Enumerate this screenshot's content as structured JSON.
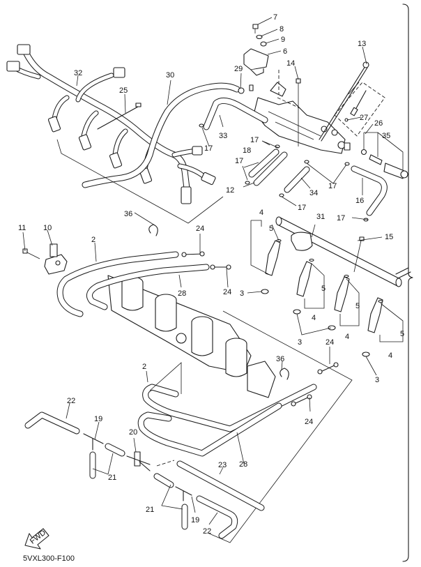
{
  "diagram": {
    "title": "Intake / Throttle Body Assembly – Exploded Parts View",
    "diagram_code": "5VXL300-F100",
    "fwd_label": "FWD",
    "callouts": [
      {
        "id": "c7",
        "label": "7",
        "part": "bolt"
      },
      {
        "id": "c8",
        "label": "8",
        "part": "washer"
      },
      {
        "id": "c9",
        "label": "9",
        "part": "washer"
      },
      {
        "id": "c6",
        "label": "6",
        "part": "sensor"
      },
      {
        "id": "c13",
        "label": "13",
        "part": "long-screw"
      },
      {
        "id": "c14",
        "label": "14",
        "part": "screw"
      },
      {
        "id": "c29",
        "label": "29",
        "part": "clamp"
      },
      {
        "id": "c32",
        "label": "32",
        "part": "wire-harness"
      },
      {
        "id": "c30",
        "label": "30",
        "part": "hose"
      },
      {
        "id": "c25",
        "label": "25",
        "part": "cable-tie"
      },
      {
        "id": "c33",
        "label": "33",
        "part": "hose"
      },
      {
        "id": "c17a",
        "label": "17",
        "part": "clip"
      },
      {
        "id": "c17b",
        "label": "17",
        "part": "clip"
      },
      {
        "id": "c18",
        "label": "18",
        "part": "hose"
      },
      {
        "id": "c17c",
        "label": "17",
        "part": "clip"
      },
      {
        "id": "c12",
        "label": "12",
        "part": "hose"
      },
      {
        "id": "c27",
        "label": "27",
        "part": "o-ring"
      },
      {
        "id": "c26",
        "label": "26",
        "part": "adjust-screw-set"
      },
      {
        "id": "c35",
        "label": "35",
        "part": "screw-set"
      },
      {
        "id": "c17d",
        "label": "17",
        "part": "clip"
      },
      {
        "id": "c34",
        "label": "34",
        "part": "hose"
      },
      {
        "id": "c16",
        "label": "16",
        "part": "hose"
      },
      {
        "id": "c17e",
        "label": "17",
        "part": "clip"
      },
      {
        "id": "c17f",
        "label": "17",
        "part": "clip"
      },
      {
        "id": "c36a",
        "label": "36",
        "part": "clip"
      },
      {
        "id": "c24a",
        "label": "24",
        "part": "joint"
      },
      {
        "id": "c11",
        "label": "11",
        "part": "screw"
      },
      {
        "id": "c10",
        "label": "10",
        "part": "sensor"
      },
      {
        "id": "c2a",
        "label": "2",
        "part": "hose"
      },
      {
        "id": "c4a",
        "label": "4",
        "part": "injector"
      },
      {
        "id": "c5a",
        "label": "5",
        "part": "o-ring"
      },
      {
        "id": "c31",
        "label": "31",
        "part": "fuel-rail"
      },
      {
        "id": "c15",
        "label": "15",
        "part": "screw"
      },
      {
        "id": "c28a",
        "label": "28",
        "part": "hose"
      },
      {
        "id": "c24b",
        "label": "24",
        "part": "joint"
      },
      {
        "id": "c3a",
        "label": "3",
        "part": "seal"
      },
      {
        "id": "c5b",
        "label": "5",
        "part": "o-ring"
      },
      {
        "id": "c4b",
        "label": "4",
        "part": "injector"
      },
      {
        "id": "c5c",
        "label": "5",
        "part": "o-ring"
      },
      {
        "id": "c4c",
        "label": "4",
        "part": "injector"
      },
      {
        "id": "c3b",
        "label": "3",
        "part": "seal"
      },
      {
        "id": "c5d",
        "label": "5",
        "part": "o-ring"
      },
      {
        "id": "c4d",
        "label": "4",
        "part": "injector"
      },
      {
        "id": "c24c",
        "label": "24",
        "part": "joint"
      },
      {
        "id": "c3c",
        "label": "3",
        "part": "seal"
      },
      {
        "id": "c36b",
        "label": "36",
        "part": "clip"
      },
      {
        "id": "c2b",
        "label": "2",
        "part": "hose"
      },
      {
        "id": "c24d",
        "label": "24",
        "part": "joint"
      },
      {
        "id": "c22a",
        "label": "22",
        "part": "hose"
      },
      {
        "id": "c19a",
        "label": "19",
        "part": "joint"
      },
      {
        "id": "c20",
        "label": "20",
        "part": "joint"
      },
      {
        "id": "c21a",
        "label": "21",
        "part": "hose"
      },
      {
        "id": "c28b",
        "label": "28",
        "part": "hose"
      },
      {
        "id": "c23",
        "label": "23",
        "part": "hose"
      },
      {
        "id": "c21b",
        "label": "21",
        "part": "hose"
      },
      {
        "id": "c19b",
        "label": "19",
        "part": "joint"
      },
      {
        "id": "c22b",
        "label": "22",
        "part": "hose"
      }
    ]
  }
}
